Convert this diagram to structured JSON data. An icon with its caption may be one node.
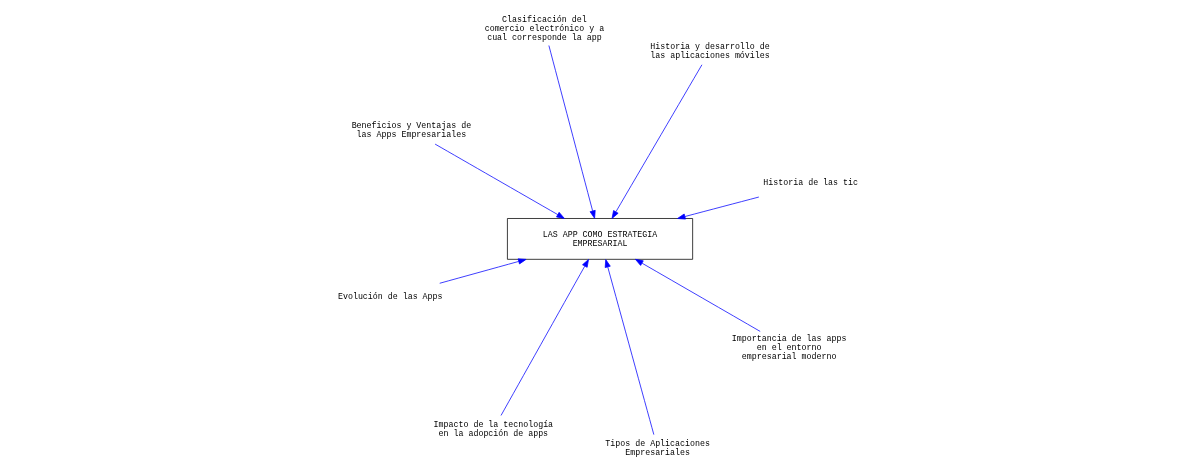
{
  "diagram": {
    "nodes": [
      {
        "text": [
          "LAS APP COMO ESTRATEGIA EMPRESARIAL"
        ]
      },
      {
        "text": [
          "Historia de las tic"
        ]
      },
      {
        "text": [
          "Impacto de la tecnología en la adopción de apps"
        ]
      },
      {
        "text": [
          "Beneficios y Ventajas de las Apps Empresariales"
        ]
      },
      {
        "text": [
          "Historia y desarrollo de las aplicaciones móviles"
        ]
      },
      {
        "text": [
          "Clasificación del comercio electrónico y a cual corresponde la app"
        ]
      },
      {
        "text": [
          "Evolución de las Apps"
        ]
      },
      {
        "text": [
          "Importancia de las apps en el entorno empresarial moderno"
        ]
      },
      {
        "text": [
          "Tipos de Aplicaciones Empresariales"
        ]
      }
    ],
    "edges": [
      {
        "from": 1,
        "to": 0,
        "arrow": "to"
      },
      {
        "from": 2,
        "to": 0,
        "arrow": "to"
      },
      {
        "from": 3,
        "to": 0,
        "arrow": "to"
      },
      {
        "from": 4,
        "to": 0,
        "arrow": "to"
      },
      {
        "from": 5,
        "to": 0,
        "arrow": "to"
      },
      {
        "from": 6,
        "to": 0,
        "arrow": "to"
      },
      {
        "from": 7,
        "to": 0,
        "arrow": "to"
      },
      {
        "from": 8,
        "to": 0,
        "arrow": "to"
      }
    ]
  }
}
